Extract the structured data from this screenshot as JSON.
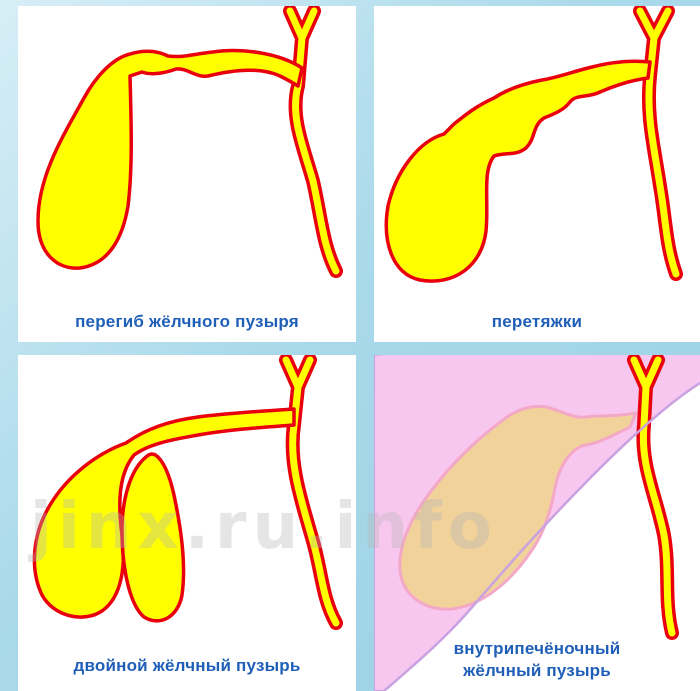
{
  "panels": [
    {
      "caption_lines": [
        "перегиб жёлчного пузыря"
      ]
    },
    {
      "caption_lines": [
        "перетяжки"
      ]
    },
    {
      "caption_lines": [
        "двойной жёлчный пузырь"
      ]
    },
    {
      "caption_lines": [
        "внутрипечёночный",
        "жёлчный пузырь"
      ]
    }
  ],
  "watermark_text": "jinx.ru.info",
  "colors": {
    "bladder_fill": "#ffff00",
    "outline": "#e8000d",
    "caption_text": "#1f5fb8",
    "liver_region": "#f7c7ef",
    "intrahepatic_fill": "#f0d29a"
  }
}
